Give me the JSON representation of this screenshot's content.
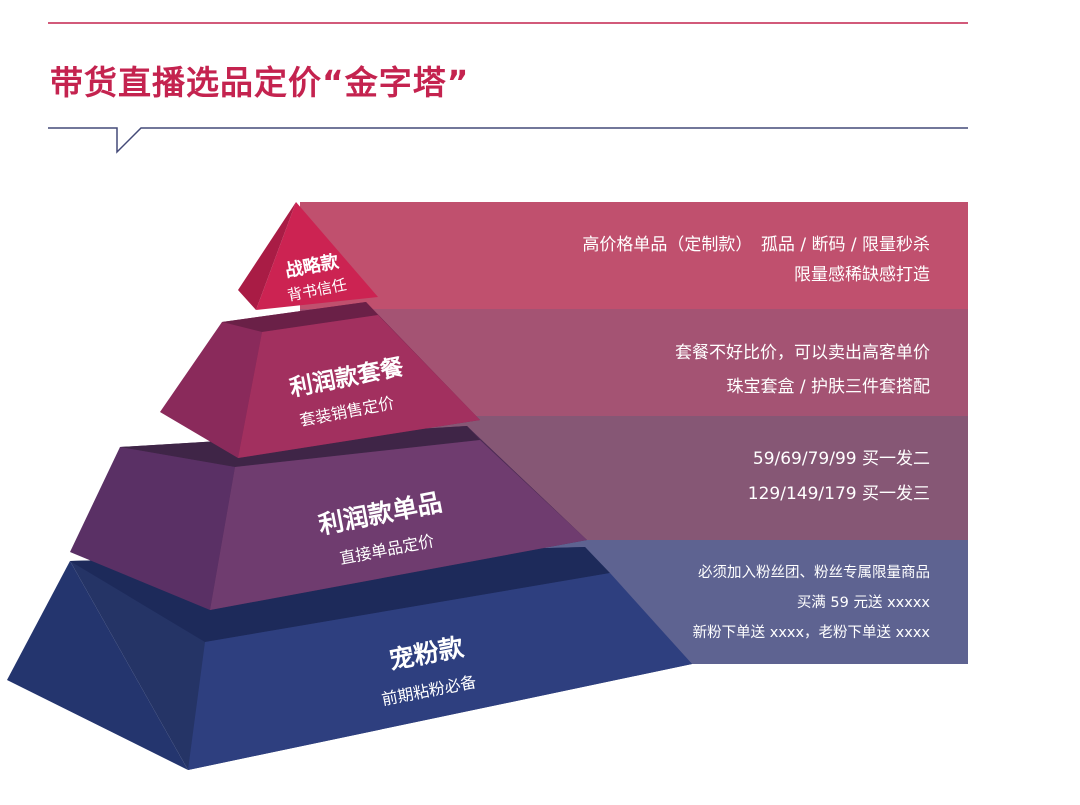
{
  "title": "带货直播选品定价“金字塔”",
  "colors": {
    "title": "#c4234f",
    "band_1": "#c0506e",
    "band_2": "#a45373",
    "band_3": "#865775",
    "band_4": "#5e6391",
    "tier_1": "#cc2352",
    "tier_2": "#a2305f",
    "tier_3": "#6f3c6f",
    "tier_4": "#2e3f7f"
  },
  "tiers": [
    {
      "name": "战略款",
      "subtitle": "背书信任",
      "details": [
        "高价格单品（定制款）　孤品 / 断码 / 限量秒杀",
        "限量感稀缺感打造"
      ]
    },
    {
      "name": "利润款套餐",
      "subtitle": "套装销售定价",
      "details": [
        "套餐不好比价，可以卖出高客单价",
        "珠宝套盒 / 护肤三件套搭配"
      ]
    },
    {
      "name": "利润款单品",
      "subtitle": "直接单品定价",
      "details": [
        "59/69/79/99  买一发二",
        "129/149/179  买一发三"
      ]
    },
    {
      "name": "宠粉款",
      "subtitle": "前期粘粉必备",
      "details": [
        "必须加入粉丝团、粉丝专属限量商品",
        "买满 59 元送 xxxxx",
        "新粉下单送 xxxx，老粉下单送 xxxx"
      ]
    }
  ]
}
